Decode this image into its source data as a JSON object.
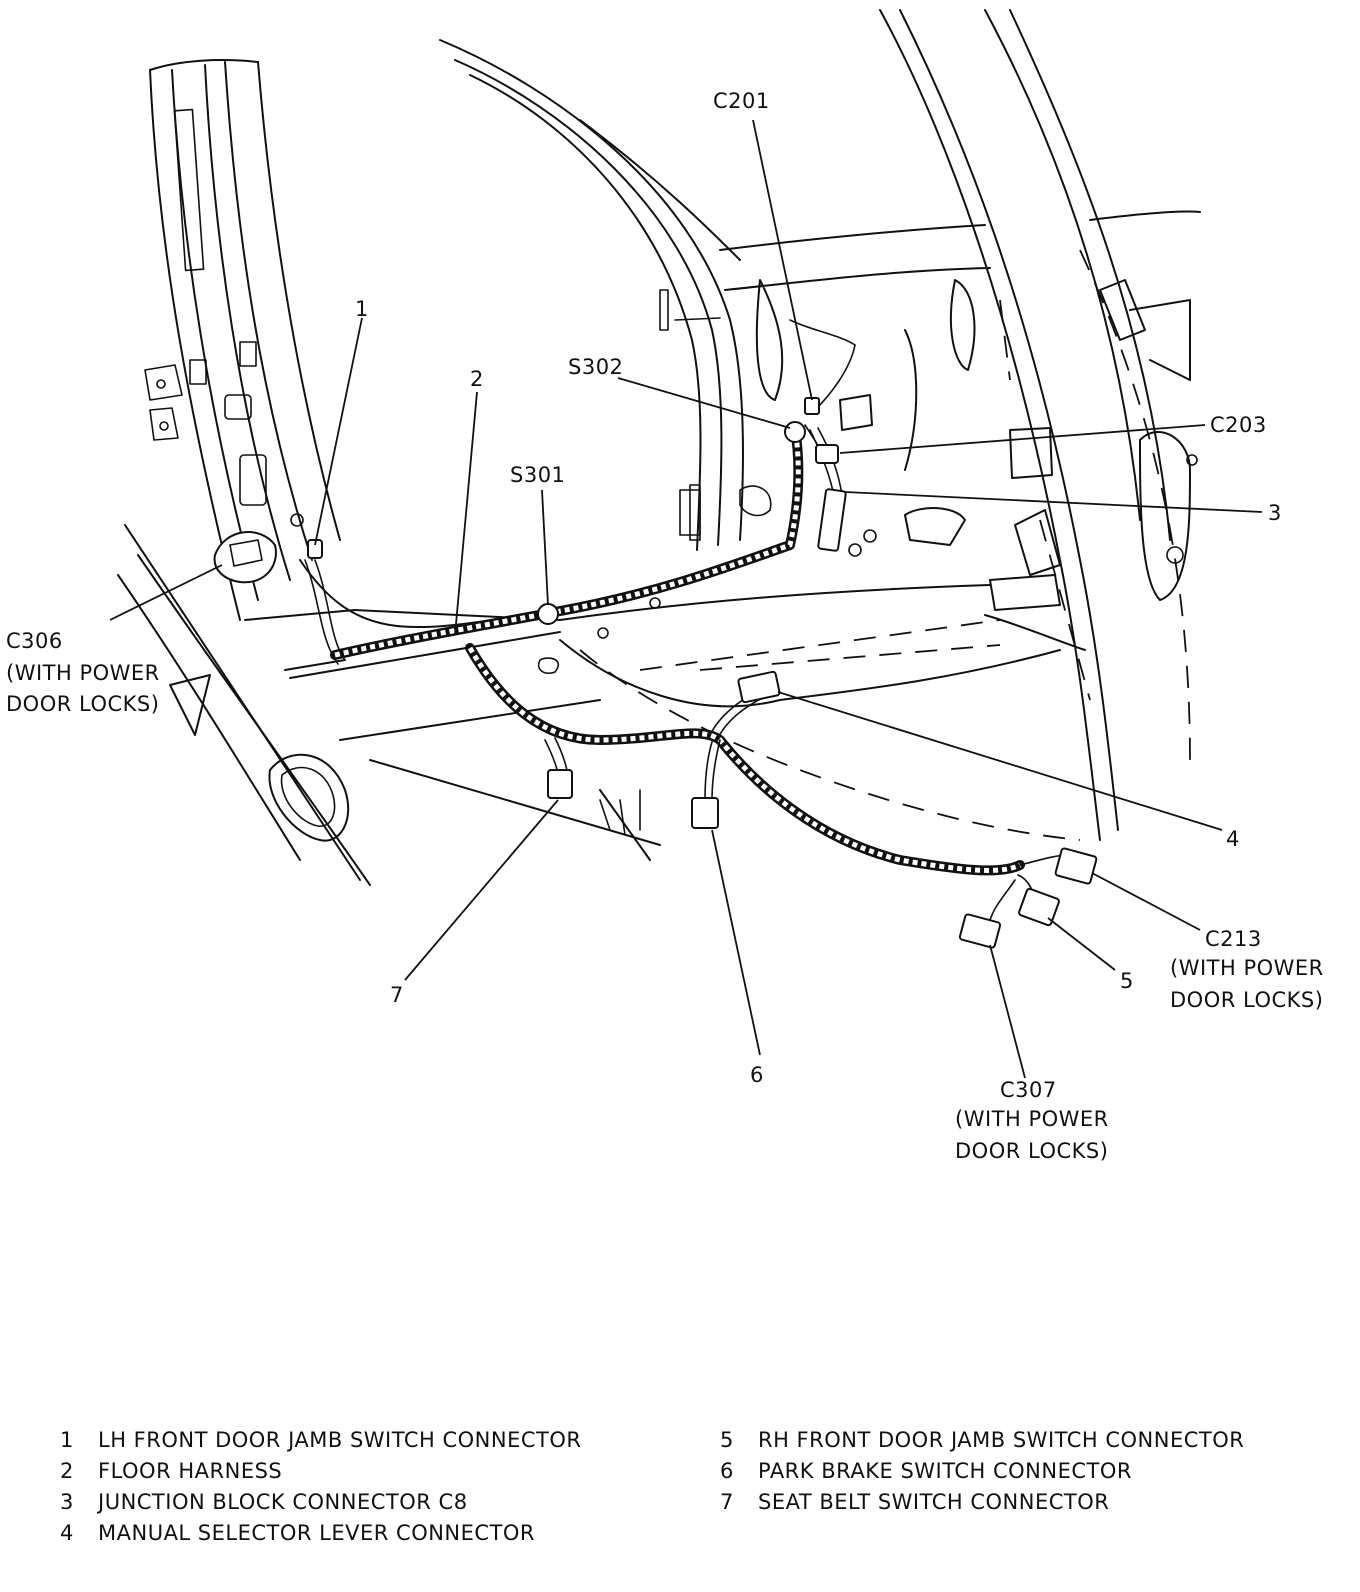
{
  "callouts": {
    "c201": "C201",
    "s302": "S302",
    "s301": "S301",
    "c203": "C203",
    "n1": "1",
    "n2": "2",
    "n3": "3",
    "n4": "4",
    "n5": "5",
    "n6": "6",
    "n7": "7",
    "c306": {
      "line1": "C306",
      "line2": "(WITH POWER",
      "line3": "DOOR LOCKS)"
    },
    "c213": {
      "line1": "C213",
      "line2": "(WITH POWER",
      "line3": "DOOR LOCKS)"
    },
    "c307": {
      "line1": "C307",
      "line2": "(WITH POWER",
      "line3": "DOOR LOCKS)"
    }
  },
  "legend": {
    "left": [
      {
        "num": "1",
        "text": "LH FRONT DOOR JAMB SWITCH CONNECTOR"
      },
      {
        "num": "2",
        "text": "FLOOR HARNESS"
      },
      {
        "num": "3",
        "text": "JUNCTION BLOCK CONNECTOR C8"
      },
      {
        "num": "4",
        "text": "MANUAL SELECTOR LEVER CONNECTOR"
      }
    ],
    "right": [
      {
        "num": "5",
        "text": "RH FRONT DOOR JAMB SWITCH CONNECTOR"
      },
      {
        "num": "6",
        "text": "PARK BRAKE SWITCH CONNECTOR"
      },
      {
        "num": "7",
        "text": "SEAT BELT SWITCH CONNECTOR"
      }
    ]
  }
}
